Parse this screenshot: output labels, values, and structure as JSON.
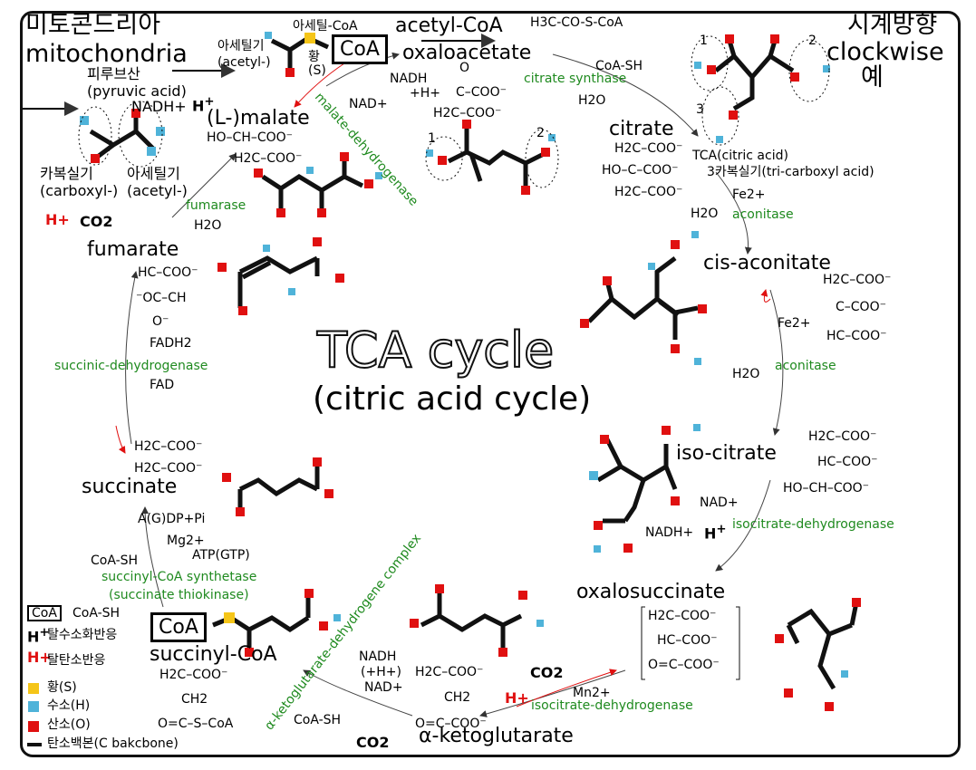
{
  "header": {
    "mito_kr": "미토콘드리아",
    "mito_en": "mitochondria",
    "clock_kr": "시계방향",
    "clock_en": "clockwise",
    "clock_ye": "예"
  },
  "title": {
    "main": "TCA cycle",
    "sub": "(citric acid cycle)"
  },
  "pyruvate": {
    "kr": "피루브산",
    "en": "(pyruvic acid)",
    "carboxyl_kr": "카복실기",
    "carboxyl_en": "(carboxyl-)",
    "acetyl_kr": "아세틸기",
    "acetyl_en": "(acetyl-)",
    "h_plus": "H+",
    "co2": "CO2",
    "nadh": "NADH+"
  },
  "acetyl": {
    "acetylcoa_kr": "아세틸-CoA",
    "acetyl_kr": "아세틸기",
    "acetyl_en": "(acetyl-)",
    "sulfur_kr": "황",
    "sulfur_en": "(S)",
    "coa": "CoA",
    "acetylcoa_en": "acetyl-CoA",
    "formula": "H3C-CO-S-CoA"
  },
  "compounds": {
    "oxaloacetate": "oxaloacetate",
    "citrate": "citrate",
    "cis_aconitate": "cis-aconitate",
    "isocitrate": "iso-citrate",
    "oxalosuccinate": "oxalosuccinate",
    "akg": "α-ketoglutarate",
    "succinyl_coa": "succinyl-CoA",
    "succinate": "succinate",
    "fumarate": "fumarate",
    "malate": "(L-)malate"
  },
  "enzymes": {
    "citrate_synthase": "citrate synthase",
    "aconitase1": "aconitase",
    "aconitase2": "aconitase",
    "isocitrate_dh1": "isocitrate-dehydrogenase",
    "isocitrate_dh2": "isocitrate-dehydrogenase",
    "akg_dh": "α-ketoglutarate-dehydrogene complex",
    "succinyl_synthetase": "succinyl-CoA synthetase",
    "succinate_thiokinase": "(succinate thiokinase)",
    "succinic_dh": "succinic-dehydrogenase",
    "fumarase": "fumarase",
    "malate_dh": "malate-dehydrogenase"
  },
  "cofactors": {
    "nadh_h": "NADH",
    "h_plus_small": "+H+",
    "nad_plus_malate": "NAD+",
    "coa_sh_top": "CoA-SH",
    "h2o_top": "H2O",
    "tca_kr": "TCA(citric acid)",
    "tca_desc": "3카복실기(tri-carboxyl acid)",
    "fe2_1": "Fe2+",
    "h2o_acon1": "H2O",
    "fe2_2": "Fe2+",
    "h2o_acon2": "H2O",
    "nad_iso": "NAD+",
    "nadh_iso": "NADH+",
    "co2_iso": "CO2",
    "mn2": "Mn2+",
    "h_iso": "H+",
    "nadh_akg": "NADH",
    "h_akg": "(+H+)",
    "nad_akg": "NAD+",
    "coa_sh_akg": "CoA-SH",
    "co2_akg": "CO2",
    "coa_sh_succ": "CoA-SH",
    "mg2": "Mg2+",
    "agdp": "A(G)DP+Pi",
    "atp": "ATP(GTP)",
    "fadh2": "FADH2",
    "fad": "FAD",
    "h2o_fum": "H2O",
    "num1": "1",
    "num2": "2",
    "num3": "3"
  },
  "formulas": {
    "oxaloacetate": [
      "O",
      "C–COO⁻",
      "H2C–COO⁻"
    ],
    "malate": [
      "HO–CH–COO⁻",
      "H2C–COO⁻"
    ],
    "citrate": [
      "H2C–COO⁻",
      "HO–C–COO⁻",
      "H2C–COO⁻"
    ],
    "cis_aconitate": [
      "H2C–COO⁻",
      "C–COO⁻",
      "HC–COO⁻"
    ],
    "isocitrate": [
      "H2C–COO⁻",
      "HC–COO⁻",
      "HO–CH–COO⁻"
    ],
    "oxalosuccinate": [
      "H2C–COO⁻",
      "HC–COO⁻",
      "O=C–COO⁻"
    ],
    "akg": [
      "H2C–COO⁻",
      "CH2",
      "O=C–COO⁻"
    ],
    "succinyl_coa": [
      "H2C–COO⁻",
      "CH2",
      "O=C–S–CoA"
    ],
    "succinate": [
      "H2C–COO⁻",
      "H2C–COO⁻"
    ],
    "fumarate": [
      "HC–COO⁻",
      "⁻OC–CH",
      "O⁻"
    ]
  },
  "legend": {
    "coa_box": "CoA",
    "coa_sh": "CoA-SH",
    "dehydro": "탈수소화반응",
    "decarbox": "탈탄소반응",
    "sulfur": "황(S)",
    "hydrogen": "수소(H)",
    "oxygen": "산소(O)",
    "carbon": "탄소백본(C bakcbone)",
    "h_mark": "H+"
  },
  "colors": {
    "sulfur": "#f5c518",
    "hydrogen": "#4fb3d9",
    "oxygen": "#e01010",
    "enzyme": "#1f8a1f",
    "carbon": "#111111"
  }
}
